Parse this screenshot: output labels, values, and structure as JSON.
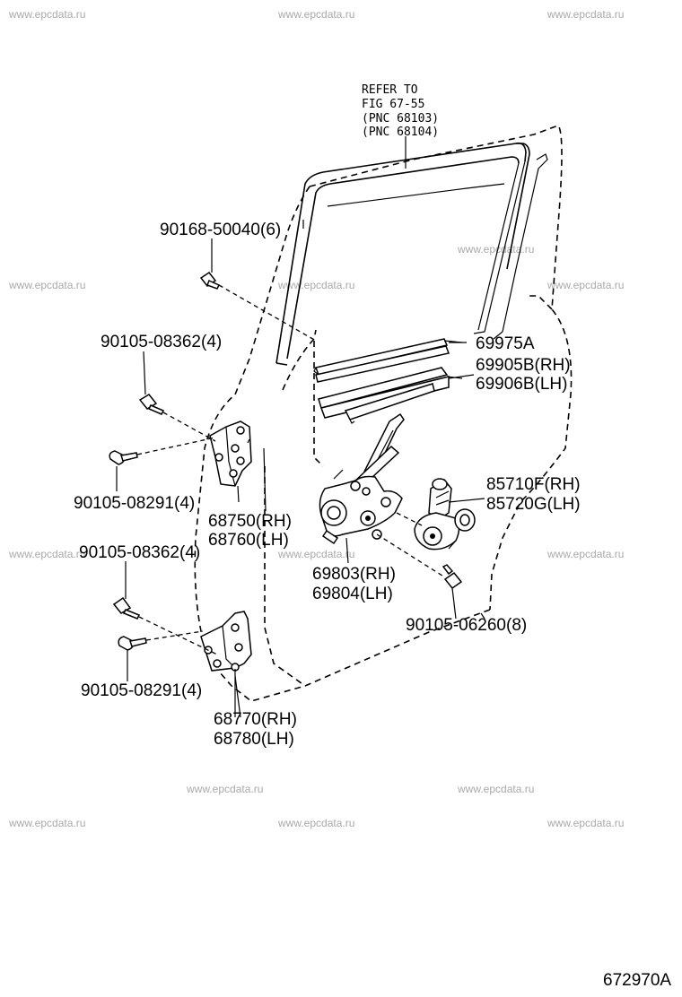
{
  "watermark": "www.epcdata.ru",
  "figure_id": "672970A",
  "reference": {
    "line1": "REFER TO",
    "line2": "FIG 67-55",
    "line3": "(PNC 68103)",
    "line4": "(PNC 68104)"
  },
  "callouts": {
    "bolt_top": "90168-50040(6)",
    "bolt_upper_1": "90105-08362(4)",
    "bolt_upper_2": "90105-08291(4)",
    "hinge_upper_rh": "68750(RH)",
    "hinge_upper_lh": "68760(LH)",
    "bolt_lower_1": "90105-08362(4)",
    "bolt_lower_2": "90105-08291(4)",
    "hinge_lower_rh": "68770(RH)",
    "hinge_lower_lh": "68780(LH)",
    "weatherstrip": "69975A",
    "channel_rh": "69905B(RH)",
    "channel_lh": "69906B(LH)",
    "motor_rh": "85710F(RH)",
    "motor_lh": "85720G(LH)",
    "regulator_rh": "69803(RH)",
    "regulator_lh": "69804(LH)",
    "bolt_motor": "90105-06260(8)"
  }
}
